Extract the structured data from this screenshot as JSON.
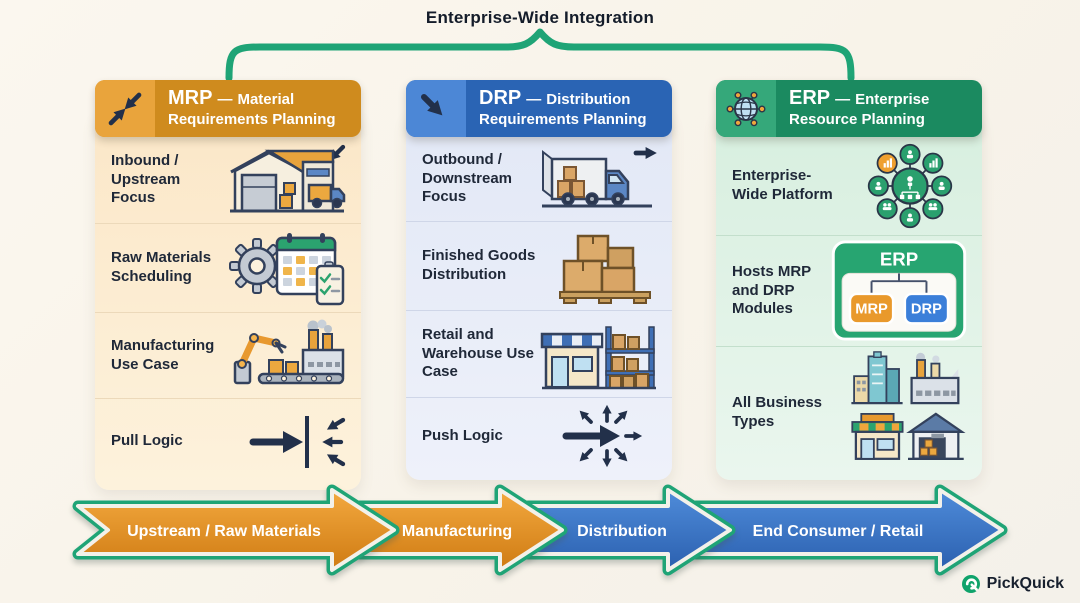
{
  "title": "Enterprise-Wide Integration",
  "columns": [
    {
      "id": "mrp",
      "acronym": "MRP",
      "separator": "—",
      "name": "Material Requirements Planning",
      "header_icon": "converge-arrows-icon",
      "colors": {
        "header_bg": "#cf8b1e",
        "header_icon_bg": "#e9a43c",
        "panel_bg": "#fbe9cd"
      },
      "rows": [
        {
          "label": "Inbound / Upstream Focus",
          "icon": "warehouse-inbound-truck-icon"
        },
        {
          "label": "Raw Materials Scheduling",
          "icon": "gear-calendar-checklist-icon"
        },
        {
          "label": "Manufacturing Use Case",
          "icon": "robot-arm-factory-icon"
        },
        {
          "label": "Pull Logic",
          "icon": "pull-converging-arrows-icon"
        }
      ]
    },
    {
      "id": "drp",
      "acronym": "DRP",
      "separator": "—",
      "name": "Distribution Requirements Planning",
      "header_icon": "outbound-arrow-icon",
      "colors": {
        "header_bg": "#2a64b4",
        "header_icon_bg": "#4c87d6",
        "panel_bg": "#e4e9f6"
      },
      "rows": [
        {
          "label": "Outbound / Downstream Focus",
          "icon": "delivery-truck-outbound-icon"
        },
        {
          "label": "Finished Goods Distribution",
          "icon": "pallet-boxes-icon"
        },
        {
          "label": "Retail and Warehouse Use Case",
          "icon": "storefront-rack-icon"
        },
        {
          "label": "Push Logic",
          "icon": "push-diverging-arrows-icon"
        }
      ]
    },
    {
      "id": "erp",
      "acronym": "ERP",
      "separator": "—",
      "name": "Enterprise Resource Planning",
      "header_icon": "globe-network-icon",
      "colors": {
        "header_bg": "#1b8a60",
        "header_icon_bg": "#35a87a",
        "panel_bg": "#d9efe0"
      },
      "rows": [
        {
          "label": "Enterprise-Wide Platform",
          "icon": "hub-network-icon"
        },
        {
          "label": "Hosts MRP and DRP Modules",
          "icon": "erp-modules-diagram"
        },
        {
          "label": "All Business Types",
          "icon": "business-types-grid-icon"
        }
      ]
    }
  ],
  "module_diagram": {
    "parent": "ERP",
    "children": [
      "MRP",
      "DRP"
    ]
  },
  "flow": {
    "outline_color": "#1fa476",
    "segments": [
      {
        "label": "Upstream / Raw Materials",
        "color": "#e8941f"
      },
      {
        "label": "Manufacturing",
        "color": "#e8941f"
      },
      {
        "label": "Distribution",
        "color": "#3c77c9"
      },
      {
        "label": "End Consumer / Retail",
        "color": "#3c77c9"
      }
    ]
  },
  "brand": {
    "name": "PickQuick",
    "icon": "pickquick-logo-icon",
    "color": "#0fa36b"
  }
}
